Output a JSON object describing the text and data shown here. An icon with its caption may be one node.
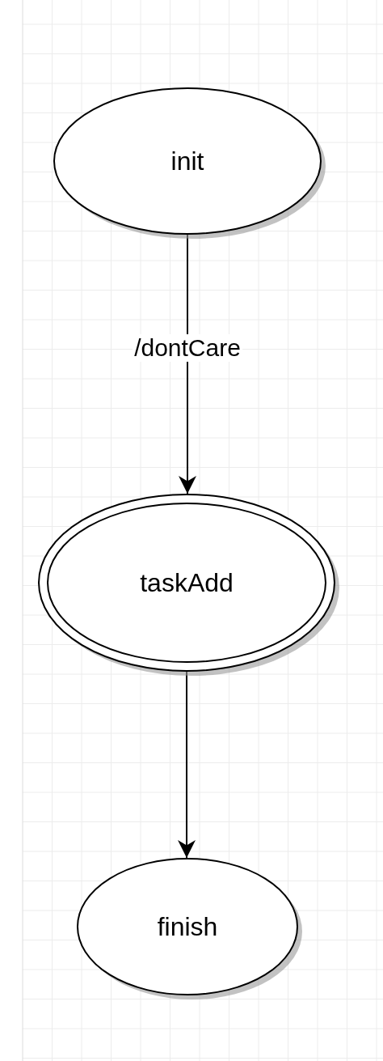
{
  "diagram": {
    "nodes": [
      {
        "text": [
          "init"
        ]
      },
      {
        "text": [
          "taskAdd"
        ]
      },
      {
        "text": [
          "finish"
        ]
      }
    ],
    "edges": [
      {
        "from": 0,
        "to": 1,
        "arrow": "to",
        "label": "/dontCare"
      },
      {
        "from": 1,
        "to": 2,
        "arrow": "to"
      }
    ]
  }
}
